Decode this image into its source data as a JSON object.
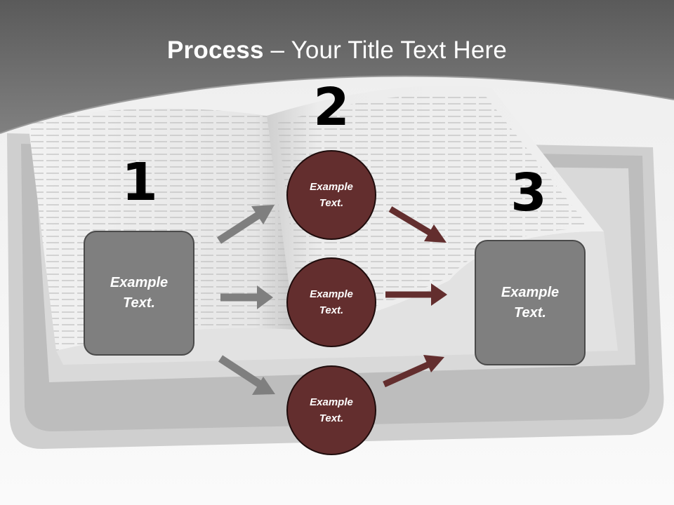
{
  "title": {
    "bold": "Process",
    "dash": " – ",
    "rest": "Your Title Text Here"
  },
  "steps": [
    {
      "number": "1"
    },
    {
      "number": "2"
    },
    {
      "number": "3"
    }
  ],
  "left_box": {
    "text": "Example\nText."
  },
  "right_box": {
    "text": "Example\nText."
  },
  "circles": [
    {
      "text": "Example\nText."
    },
    {
      "text": "Example\nText."
    },
    {
      "text": "Example\nText."
    }
  ],
  "colors": {
    "box": "#7f7f7f",
    "circle": "#632e2e",
    "arrow_gray": "#7f7f7f",
    "arrow_red": "#632e2e",
    "header": "#6e6e6e"
  }
}
